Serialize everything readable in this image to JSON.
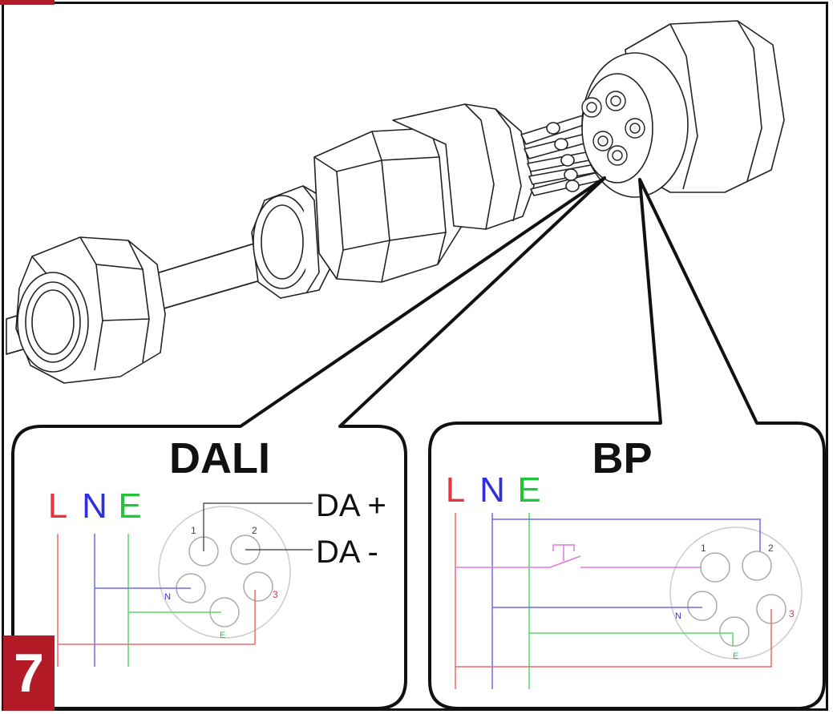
{
  "step_number": "7",
  "colors": {
    "accent": "#b31b27",
    "line_L": "#e8343a",
    "line_N": "#2f2fe0",
    "line_E": "#22c43a",
    "wire_L": "#f06a6a",
    "wire_N": "#6a6af0",
    "wire_E": "#5ad86a",
    "switch": "#e07ae0",
    "outline": "#111111",
    "socket": "#aaaaaa"
  },
  "dali": {
    "title": "DALI",
    "L": "L",
    "N": "N",
    "E": "E",
    "pins": {
      "p1": "1",
      "p2": "2",
      "p3": "3",
      "pN": "N",
      "pE": "E"
    },
    "da_plus": "DA +",
    "da_minus": "DA -"
  },
  "bp": {
    "title": "BP",
    "L": "L",
    "N": "N",
    "E": "E",
    "pins": {
      "p1": "1",
      "p2": "2",
      "p3": "3",
      "pN": "N",
      "pE": "E"
    }
  }
}
